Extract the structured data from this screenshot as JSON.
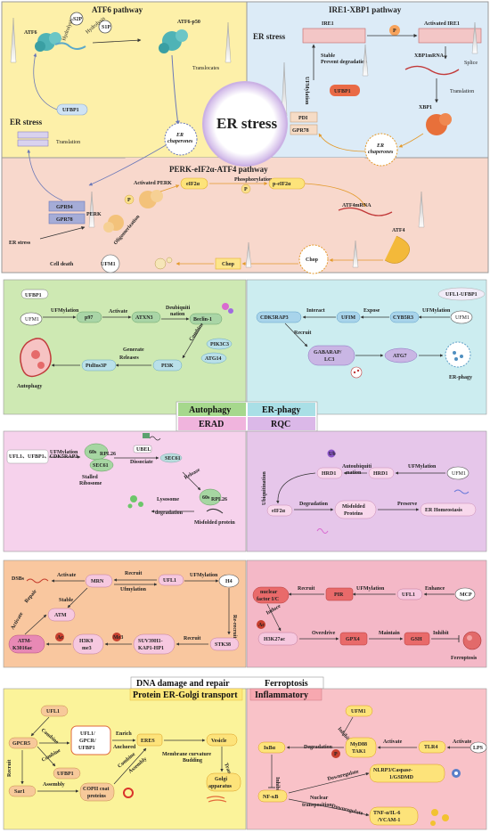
{
  "title": "ER stress",
  "atf6": {
    "title": "ATF6 pathway",
    "atf6": "ATF6",
    "s2p": "S2P",
    "s1p": "S1P",
    "hydrolysis1": "Hydrolysis",
    "hydrolysis2": "Hydrolysis",
    "p50": "ATF6-p50",
    "translocates": "Translocates",
    "ufbp1": "UFBP1",
    "er_stress": "ER stress",
    "translation": "Translation",
    "chap_a": "ER",
    "chap_b": "chaperones",
    "gpr94": "GPR94",
    "grp78": "GPR78"
  },
  "ire1": {
    "title": "IRE1-XBP1 pathway",
    "ire1": "IRE1",
    "activated": "Activated IRE1",
    "er_stress": "ER stress",
    "p": "P",
    "ufmylation": "UFMylation",
    "stable": "Stable",
    "prevent": "Prevent degradation",
    "ufbp1": "UFBP1",
    "xbp1mrna": "XBP1mRNA",
    "splice": "Splice",
    "translation": "Translation",
    "xbp1": "XBP1",
    "pdi": "PDI",
    "grp78": "GPR78",
    "chap_a": "ER",
    "chap_b": "chaperones"
  },
  "perk": {
    "title": "PERK-eIF2α-ATF4 pathway",
    "activated": "Activated PERK",
    "perk": "PERK",
    "p1": "P",
    "oligo": "Oligomerization",
    "eif2a": "eIF2α",
    "phospho": "Phosphorylation",
    "p2": "P",
    "peif2a": "p-eIF2α",
    "atf4mrna": "ATF4mRNA",
    "atf4": "ATF4",
    "er_stress": "ER stress",
    "ufm1": "UFM1",
    "cell_death": "Cell death",
    "chop1": "Chop",
    "chop2": "Chop"
  },
  "autophagy": {
    "ufbp1": "UFBP1",
    "ufm1": "UFM1",
    "ufmylation": "UFMylation",
    "p97": "p97",
    "activate": "Activate",
    "atxn3": "ATXN3",
    "deubiq": "Deubiquiti",
    "deubiq2": "nation",
    "beclin": "Beclin-1",
    "pik3c3": "PIK3C3",
    "combine": "Combine",
    "atg14": "ATG14",
    "pi3k": "PI3K",
    "generate": "Generate",
    "releases": "Releases",
    "ptdins3p": "PtdIns3P",
    "label": "Autophagy",
    "footer": "Autophagy"
  },
  "erphagy": {
    "ufl1ufbp1": "UFL1-UFBP1",
    "ufm1": "UFM1",
    "ufmylation": "UFMylation",
    "cyb5r3": "CYB5R3",
    "expose": "Expose",
    "ufim": "UFIM",
    "interact": "Interact",
    "cdk5rap3": "CDK5RAP3",
    "recruit": "Recruit",
    "gabarap1": "GABARAP/",
    "gabarap2": "LC3",
    "atg7": "ATG7",
    "label": "ER-phagy"
  },
  "erad": {
    "label": "ERAD",
    "complex": "UFL1、UFBP1、CDK5RAP3",
    "ufmylation": "UFMylation",
    "s60": "60s",
    "rpl26": "RPL26",
    "sec61": "SEC61",
    "stalled1": "Stalled",
    "stalled2": "Ribosome",
    "ubel": "UBEL",
    "dissociate": "Dissociate",
    "sec61b": "SEC61",
    "release": "Release",
    "lysosome": "Lysosome",
    "s60b": "60s",
    "rpl26b": "RPL26",
    "degradation": "degradation",
    "misfolded": "Misfolded protein"
  },
  "rqc": {
    "label": "RQC",
    "ub": "Ub",
    "autoubiq": "Autoubiquiti",
    "autoubiq2": "nation",
    "hrd1a": "HRD1",
    "hrd1b": "HRD1",
    "ufmylation": "UFMylation",
    "ufm1": "UFM1",
    "ubiquitination": "Ubiquitination",
    "eif2a": "eIF2α",
    "degradation": "Degradation",
    "misfolded1": "Misfolded",
    "misfolded2": "Proteins",
    "preserve": "Preserve",
    "homeostasis": "ER Homeostasis"
  },
  "dna": {
    "dsbs": "DSBs",
    "repair": "Repair",
    "activate": "Activate",
    "mrn": "MRN",
    "recruit": "Recruit",
    "ufmylation1": "Ufmylation",
    "ufl1": "UFL1",
    "ufmylation2": "UFMylation",
    "h4": "H4",
    "stable": "Stable",
    "atm": "ATM",
    "activate2": "Activate",
    "rerecruit": "Re-recruited",
    "atmk": "ATM-",
    "atmk2": "K3016ac",
    "ac": "Ac",
    "h3k9": "H3K9",
    "h3k9b": "me3",
    "me3": "Me3",
    "suv": "SUV39H1-",
    "suv2": "KAP1-HP1",
    "recruit2": "Recruit",
    "stk38": "STK38",
    "label": "DNA damage and repair"
  },
  "ferro": {
    "mcp": "MCP",
    "enhance": "Enhance",
    "ufl1": "UFL1",
    "ufmylation": "UFMylation",
    "pir": "PIR",
    "recruit": "Recruit",
    "nf1": "nuclear",
    "nf2": "factor I/C",
    "induce": "Induce",
    "ac": "Ac",
    "h3k27ac": "H3K27ac",
    "overdrive": "Overdrive",
    "gpx4": "GPX4",
    "maintain": "Maintain",
    "gsh": "GSH",
    "inhibit": "Inhibit",
    "ferroptosis": "Ferroptosis",
    "label": "Ferroptosis"
  },
  "golgi": {
    "label": "Protein ER-Golgi transport",
    "ufl1": "UFL1",
    "combine1": "Combine",
    "gpcr5": "GPCR5",
    "combine2": "Combine",
    "ufl1g1": "UFL1/",
    "ufl1g2": "GPCR/",
    "ufl1g3": "UFBP1",
    "enrich": "Enrich",
    "anchored": "Anchored",
    "eres": "ERES",
    "membrane": "Membrane curvature",
    "budding": "Budding",
    "vesicle": "Vesicle",
    "transport": "Transport",
    "golgi1": "Golgi",
    "golgi2": "apparatus",
    "ufbp1": "UFBP1",
    "recruit": "Recruit",
    "sar1": "Sar1",
    "assembly": "Assembly",
    "copii1": "COPII coat",
    "copii2": "proteins",
    "combine3": "Combine",
    "assembly2": "Assembly"
  },
  "inflam": {
    "label": "Inflammatory",
    "ufm1": "UFM1",
    "inhibit1": "Inhibit",
    "degradation": "Degradation",
    "p": "P",
    "ikba": "IκBα",
    "myd88": "MyD88",
    "tak1": "TAK1",
    "activate1": "Activate",
    "tlr4": "TLR4",
    "activate2": "Activate",
    "lps": "LPS",
    "inhibit2": "Inhibit",
    "nfkb": "NF-κB",
    "nuclear1": "Nuclear",
    "nuclear2": "transposition",
    "down1": "Downregulate",
    "down2": "Downregulate",
    "nlrp1": "NLRP3/Caspase-",
    "nlrp2": "1/GSDMD",
    "tnf1": "TNF-α/IL-6",
    "tnf2": "/VCAM-1"
  }
}
